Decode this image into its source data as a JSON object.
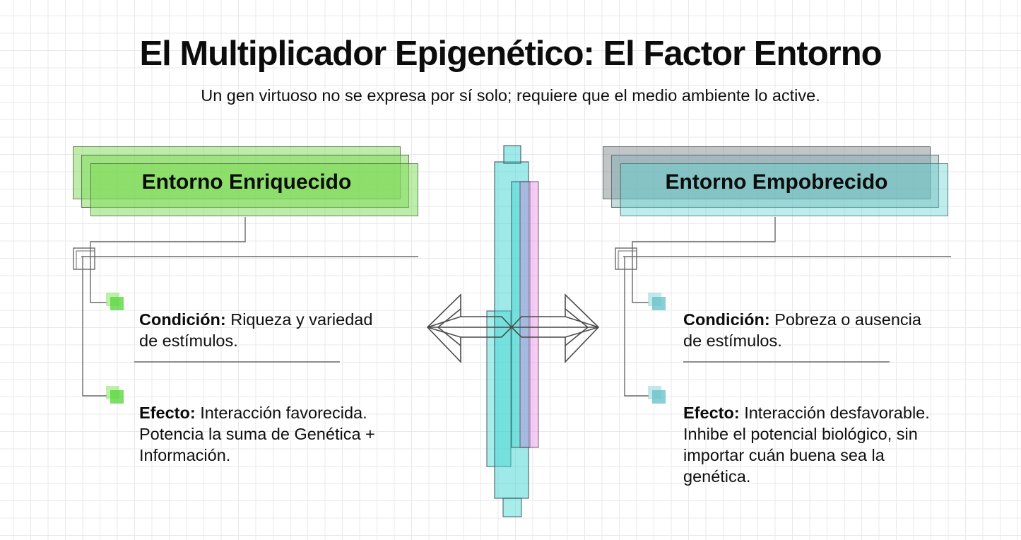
{
  "title": "El Multiplicador Epigenético: El Factor Entorno",
  "subtitle": "Un gen virtuoso no se expresa por sí solo; requiere que el medio ambiente lo active.",
  "colors": {
    "enriched_green": "#7ed957",
    "impoverished_gray": "#7d868b",
    "impoverished_teal": "#5fd3cf",
    "bar_cyan": "#40d6d2",
    "bar_pink": "#ec86e2",
    "line_gray": "#6a6a6a",
    "arrow_gray": "#4b4b4b"
  },
  "left_panel": {
    "header": "Entorno Enriquecido",
    "items": [
      {
        "label": "Condición:",
        "text": "Riqueza y variedad de estímulos."
      },
      {
        "label": "Efecto:",
        "text": "Interacción favorecida. Potencia la suma de Genética + Información."
      }
    ]
  },
  "right_panel": {
    "header": "Entorno Empobrecido",
    "items": [
      {
        "label": "Condición:",
        "text": "Pobreza o ausencia de estímulos."
      },
      {
        "label": "Efecto:",
        "text": "Interacción desfavorable. Inhibe el potencial biológico, sin importar cuán buena sea la genética."
      }
    ]
  }
}
